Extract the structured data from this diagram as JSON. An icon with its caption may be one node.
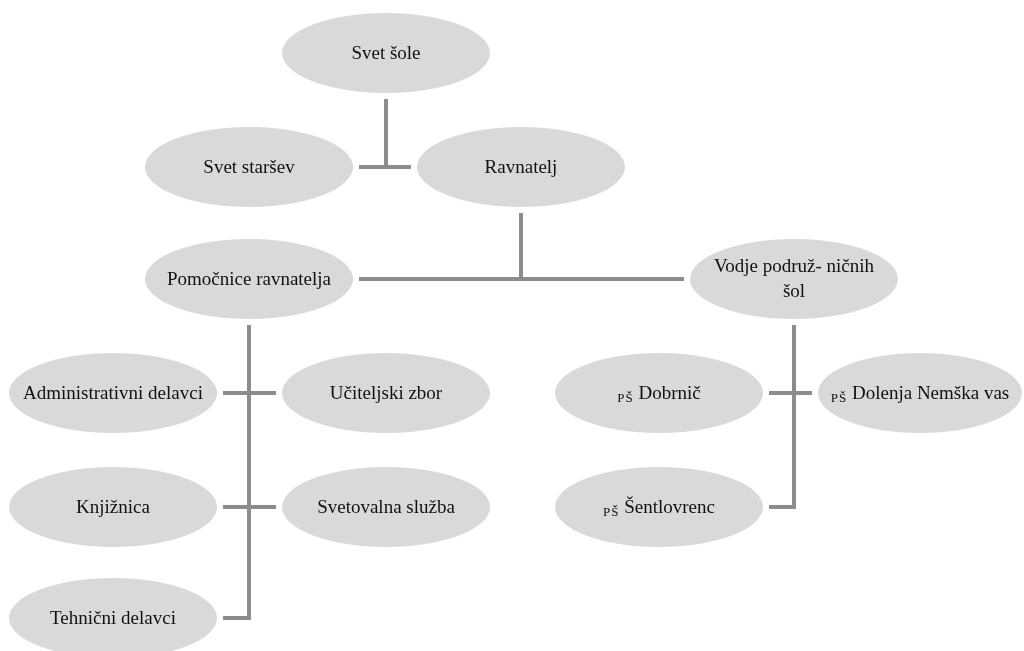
{
  "diagram": {
    "nodes": [
      {
        "text": [
          "Svet šole"
        ]
      },
      {
        "text": [
          "Svet staršev"
        ]
      },
      {
        "text": [
          "Ravnatelj"
        ]
      },
      {
        "text": [
          "Pomočnice ravnatelja"
        ]
      },
      {
        "text": [
          "Vodje podruž- ničnih šol"
        ]
      },
      {
        "text": [
          "Administrativni delavci"
        ]
      },
      {
        "text": [
          "Učiteljski zbor"
        ]
      },
      {
        "text": [
          "Knjižnica"
        ]
      },
      {
        "text": [
          "Svetovalna služba"
        ]
      },
      {
        "text": [
          "Tehnični delavci"
        ]
      },
      {
        "text": [
          "$_{PŠ}$ Dobrnič"
        ]
      },
      {
        "text": [
          "$_{PŠ}$ Dolenja Nemška vas"
        ]
      },
      {
        "text": [
          "$_{PŠ}$ Šentlovrenc"
        ]
      }
    ],
    "edges": [
      {
        "from": 0,
        "to": 2,
        "arrow": "none"
      },
      {
        "from": 1,
        "to": 2,
        "arrow": "none"
      },
      {
        "from": 2,
        "to": 3,
        "arrow": "none"
      },
      {
        "from": 2,
        "to": 4,
        "arrow": "none"
      },
      {
        "from": 3,
        "to": 5,
        "arrow": "none"
      },
      {
        "from": 3,
        "to": 6,
        "arrow": "none"
      },
      {
        "from": 3,
        "to": 7,
        "arrow": "none"
      },
      {
        "from": 3,
        "to": 8,
        "arrow": "none"
      },
      {
        "from": 3,
        "to": 9,
        "arrow": "none"
      },
      {
        "from": 4,
        "to": 10,
        "arrow": "none"
      },
      {
        "from": 4,
        "to": 11,
        "arrow": "none"
      },
      {
        "from": 4,
        "to": 12,
        "arrow": "none"
      }
    ]
  }
}
